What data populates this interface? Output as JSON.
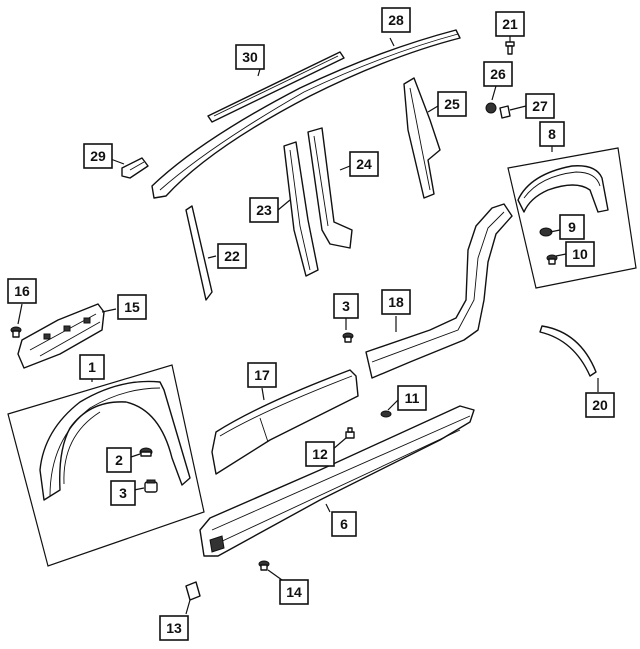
{
  "diagram": {
    "callouts": [
      {
        "id": "c1",
        "label": "1"
      },
      {
        "id": "c2",
        "label": "2"
      },
      {
        "id": "c3a",
        "label": "3"
      },
      {
        "id": "c3b",
        "label": "3"
      },
      {
        "id": "c6",
        "label": "6"
      },
      {
        "id": "c8",
        "label": "8"
      },
      {
        "id": "c9",
        "label": "9"
      },
      {
        "id": "c10",
        "label": "10"
      },
      {
        "id": "c11",
        "label": "11"
      },
      {
        "id": "c12",
        "label": "12"
      },
      {
        "id": "c13",
        "label": "13"
      },
      {
        "id": "c14",
        "label": "14"
      },
      {
        "id": "c15",
        "label": "15"
      },
      {
        "id": "c16",
        "label": "16"
      },
      {
        "id": "c17",
        "label": "17"
      },
      {
        "id": "c18",
        "label": "18"
      },
      {
        "id": "c20",
        "label": "20"
      },
      {
        "id": "c21",
        "label": "21"
      },
      {
        "id": "c22",
        "label": "22"
      },
      {
        "id": "c23",
        "label": "23"
      },
      {
        "id": "c24",
        "label": "24"
      },
      {
        "id": "c25",
        "label": "25"
      },
      {
        "id": "c26",
        "label": "26"
      },
      {
        "id": "c27",
        "label": "27"
      },
      {
        "id": "c28",
        "label": "28"
      },
      {
        "id": "c29",
        "label": "29"
      },
      {
        "id": "c30",
        "label": "30"
      }
    ]
  }
}
